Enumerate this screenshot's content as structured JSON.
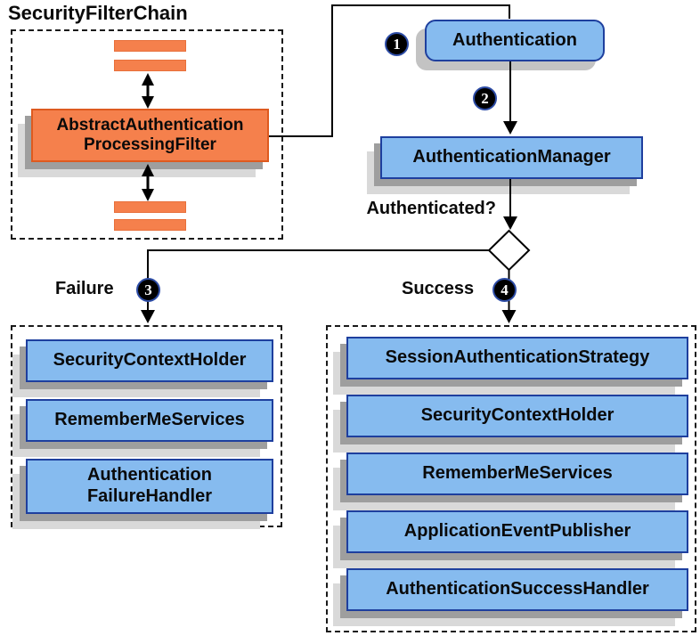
{
  "title": "SecurityFilterChain",
  "filter_chain": {
    "filter_label": "AbstractAuthentication\nProcessingFilter"
  },
  "nodes": {
    "authentication": "Authentication",
    "authentication_manager": "AuthenticationManager"
  },
  "labels": {
    "authenticated": "Authenticated?",
    "failure": "Failure",
    "success": "Success"
  },
  "steps": [
    "1",
    "2",
    "3",
    "4"
  ],
  "failure_handlers": [
    "SecurityContextHolder",
    "RememberMeServices",
    "Authentication\nFailureHandler"
  ],
  "success_handlers": [
    "SessionAuthenticationStrategy",
    "SecurityContextHolder",
    "RememberMeServices",
    "ApplicationEventPublisher",
    "AuthenticationSuccessHandler"
  ],
  "colors": {
    "node_fill": "#86BBEF",
    "node_border": "#1E3F9E",
    "filter_fill": "#F5804C",
    "filter_border": "#DE5A1F",
    "shadow_dark": "#9E9E9E",
    "shadow_light": "#D9D9D9",
    "badge_bg": "#000000",
    "badge_text": "#FFFFFF",
    "line": "#000000",
    "diamond_fill": "#FFFFFF"
  }
}
